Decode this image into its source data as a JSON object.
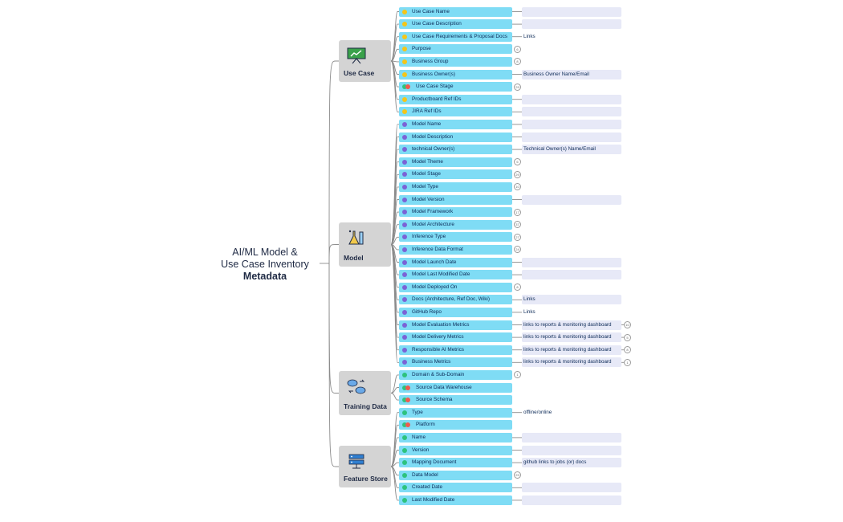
{
  "root": {
    "line1": "AI/ML Model &",
    "line2": "Use Case Inventory",
    "line3": "Metadata"
  },
  "colors": {
    "usecase_dot": "#f5c518",
    "model_dot": "#7b63d6",
    "training_dot": "#2ec27e",
    "feature_dot": "#2ec27e",
    "leaf_bg": "#7fdcf5",
    "note_bg": "#e7e9f7",
    "category_bg": "#d4d4d4",
    "connector": "#8c8c8c"
  },
  "categories": [
    {
      "label": "Use Case",
      "icon": "presentation-board-icon",
      "dot": "yellow",
      "items": [
        {
          "label": "Use Case Name",
          "note": "",
          "note_box": true
        },
        {
          "label": "Use Case Description",
          "note": "",
          "note_box": true
        },
        {
          "label": "Use Case Requirements & Proposal Docs",
          "note": "Links",
          "note_box": false
        },
        {
          "label": "Purpose",
          "badge": "6"
        },
        {
          "label": "Business Group",
          "badge": "8"
        },
        {
          "label": "Business Owner(s)",
          "note": "Business Owner Name/Email",
          "note_box": true
        },
        {
          "label": "Use Case Stage",
          "badge": "29",
          "mixed": true
        },
        {
          "label": "Productboard Ref IDs",
          "note": "",
          "note_box": true
        },
        {
          "label": "JIRA Ref IDs",
          "note": "",
          "note_box": true
        }
      ]
    },
    {
      "label": "Model",
      "icon": "lab-flask-icon",
      "dot": "purple",
      "items": [
        {
          "label": "Model Name",
          "note": "",
          "note_box": true
        },
        {
          "label": "Model Description",
          "note": "",
          "note_box": true
        },
        {
          "label": "technical Owner(s)",
          "note": "Technical Owner(s) Name/Email",
          "note_box": true
        },
        {
          "label": "Model Theme",
          "badge": "6"
        },
        {
          "label": "Model Stage",
          "badge": "29"
        },
        {
          "label": "Model Type",
          "badge": "10"
        },
        {
          "label": "Model Version",
          "note": "",
          "note_box": true
        },
        {
          "label": "Model Framework",
          "badge": "17"
        },
        {
          "label": "Model Architecture",
          "badge": "37"
        },
        {
          "label": "Inference Type",
          "badge": "27"
        },
        {
          "label": "Inference Data Format",
          "badge": "24"
        },
        {
          "label": "Model Launch Date",
          "note": "",
          "note_box": true
        },
        {
          "label": "Model Last Modified Date",
          "note": "",
          "note_box": true
        },
        {
          "label": "Model Deployed On",
          "badge": "8"
        },
        {
          "label": "Docs (Architecture, Ref Doc, Wiki)",
          "note": "Links",
          "note_box": true
        },
        {
          "label": "GitHub Repo",
          "note": "Links",
          "note_box": false
        },
        {
          "label": "Model Evaluation Metrics",
          "note": "links to reports & monitoring dashboard",
          "note_box": true,
          "badge": "10"
        },
        {
          "label": "Model Delivery Metrics",
          "note": "links to reports & monitoring dashboard",
          "note_box": true,
          "badge": "5"
        },
        {
          "label": "Responsible AI Metrics",
          "note": "links to reports & monitoring dashboard",
          "note_box": true,
          "badge": "8"
        },
        {
          "label": "Business Metrics",
          "note": "links to reports & monitoring dashboard",
          "note_box": true,
          "badge": "1"
        }
      ]
    },
    {
      "label": "Training Data",
      "icon": "cloud-sync-icon",
      "dot": "green",
      "items": [
        {
          "label": "Domain & Sub-Domain",
          "badge": "1"
        },
        {
          "label": "Source Data Warehouse",
          "mixed": true
        },
        {
          "label": "Source Schema",
          "mixed": true
        }
      ]
    },
    {
      "label": "Feature Store",
      "icon": "server-stack-icon",
      "dot": "green",
      "items": [
        {
          "label": "Type",
          "note": "offline/online",
          "note_box": false
        },
        {
          "label": "Platform",
          "mixed": true
        },
        {
          "label": "Name",
          "note": "",
          "note_box": true
        },
        {
          "label": "Version",
          "note": "",
          "note_box": true
        },
        {
          "label": "Mapping Document",
          "note": "github links to jobs (or) docs",
          "note_box": true
        },
        {
          "label": "Data Model",
          "badge": "29"
        },
        {
          "label": "Created Date",
          "note": "",
          "note_box": true
        },
        {
          "label": "Last Modified Date",
          "note": "",
          "note_box": true
        }
      ]
    }
  ]
}
